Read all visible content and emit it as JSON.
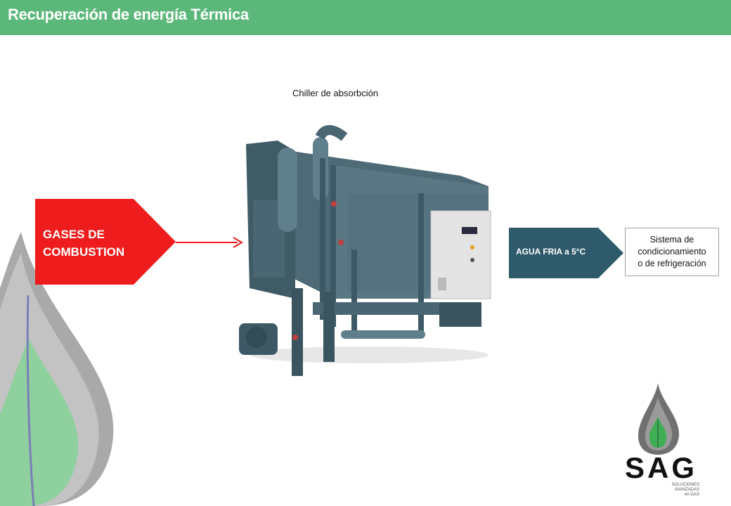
{
  "header": {
    "title": "Recuperación de energía Térmica",
    "color": "#5cb87a"
  },
  "diagram": {
    "chiller_label": "Chiller de absorbción",
    "input": {
      "label_line1": "GASES DE",
      "label_line2": "COMBUSTION",
      "color": "#ee1c1c"
    },
    "output": {
      "label": "AGUA FRIA a 5°C",
      "color": "#2f5a6b"
    },
    "target": {
      "line1": "Sistema de",
      "line2": "condicionamiento",
      "line3": "o de refrigeración"
    }
  },
  "logo": {
    "name": "SAG",
    "subtitle_line1": "SOLUCIONES",
    "subtitle_line2": "AVANZADAS",
    "subtitle_line3": "en GAS"
  }
}
